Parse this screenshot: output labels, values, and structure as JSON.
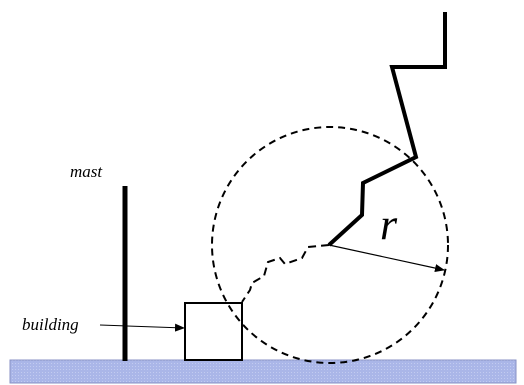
{
  "labels": {
    "mast": "mast",
    "building": "building",
    "radius": "r"
  },
  "colors": {
    "ground": "#a9b4e6",
    "stroke": "#000000"
  }
}
